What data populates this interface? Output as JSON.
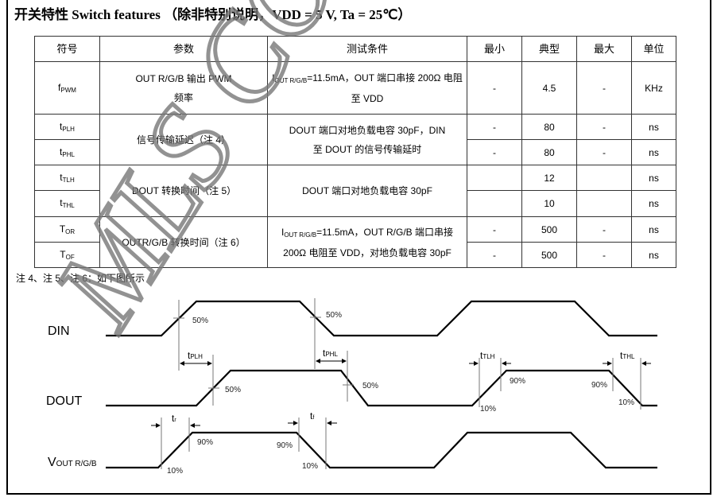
{
  "title": "开关特性  Switch features  （除非特别说明，VDD = 5 V, Ta = 25℃）",
  "table": {
    "headers": [
      "符号",
      "参数",
      "测试条件",
      "最小",
      "典型",
      "最大",
      "单位"
    ],
    "rows": [
      {
        "sym": "f",
        "sub": "PWM",
        "param": "OUT R/G/B 输出 PWM 频率",
        "cond_pre": "I",
        "cond_sub": "OUT R/G/B",
        "cond": "=11.5mA，OUT 端口串接 200Ω 电阻至 VDD",
        "min": "-",
        "typ": "4.5",
        "max": "-",
        "unit": "KHz"
      },
      {
        "sym": "t",
        "sub": "PLH",
        "param": "信号传输延迟（注 4）",
        "cond": "DOUT 端口对地负载电容 30pF，DIN 至 DOUT 的信号传输延时",
        "min": "-",
        "typ": "80",
        "max": "-",
        "unit": "ns"
      },
      {
        "sym": "t",
        "sub": "PHL",
        "min": "-",
        "typ": "80",
        "max": "-",
        "unit": "ns"
      },
      {
        "sym": "t",
        "sub": "TLH",
        "param": "DOUT 转换时间（注 5）",
        "cond": "DOUT 端口对地负载电容 30pF",
        "min": "",
        "typ": "12",
        "max": "",
        "unit": "ns"
      },
      {
        "sym": "t",
        "sub": "THL",
        "min": "",
        "typ": "10",
        "max": "",
        "unit": "ns"
      },
      {
        "sym": "T",
        "sub": "OR",
        "param": "OUTR/G/B 转换时间（注 6）",
        "cond_pre": "I",
        "cond_sub": "OUT R/G/B",
        "cond": "=11.5mA，OUT R/G/B 端口串接 200Ω 电阻至 VDD，对地负载电容 30pF",
        "min": "-",
        "typ": "500",
        "max": "-",
        "unit": "ns"
      },
      {
        "sym": "T",
        "sub": "OF",
        "min": "-",
        "typ": "500",
        "max": "-",
        "unit": "ns"
      }
    ]
  },
  "note": "注 4、注 5、注 6：如下图所示",
  "diagram": {
    "signals": {
      "din": "DIN",
      "dout": "DOUT",
      "vout": "V",
      "vout_sub": "OUT R/G/B"
    },
    "labels": {
      "p50": "50%",
      "p90": "90%",
      "p10": "10%",
      "t": "t",
      "plh": "PLH",
      "phl": "PHL",
      "tlh": "TLH",
      "thl": "THL",
      "r": "r",
      "f": "f"
    }
  },
  "watermark": "MLS CO."
}
